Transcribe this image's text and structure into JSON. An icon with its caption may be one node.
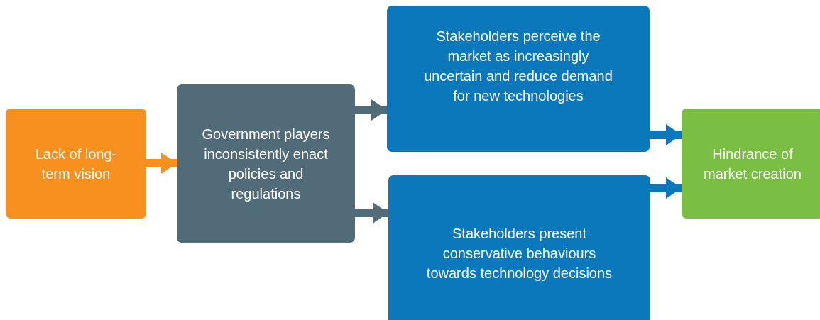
{
  "diagram": {
    "nodes": [
      {
        "text": [
          "Lack of long-term vision"
        ]
      },
      {
        "text": [
          "Government players inconsistently enact policies and regulations"
        ]
      },
      {
        "text": [
          "Stakeholders perceive the market as increasingly uncertain and reduce demand for new technologies"
        ]
      },
      {
        "text": [
          "Stakeholders present conservative behaviours towards technology decisions"
        ]
      },
      {
        "text": [
          "Hindrance of market creation"
        ]
      }
    ],
    "edges": [
      {
        "from": 0,
        "to": 1,
        "arrow": "to",
        "color": "#f7901e"
      },
      {
        "from": 1,
        "to": 2,
        "arrow": "to",
        "color": "#516b78"
      },
      {
        "from": 1,
        "to": 3,
        "arrow": "to",
        "color": "#516b78"
      },
      {
        "from": 2,
        "to": 4,
        "arrow": "to",
        "color": "#0b78bc"
      },
      {
        "from": 3,
        "to": 4,
        "arrow": "to",
        "color": "#0b78bc"
      }
    ]
  }
}
